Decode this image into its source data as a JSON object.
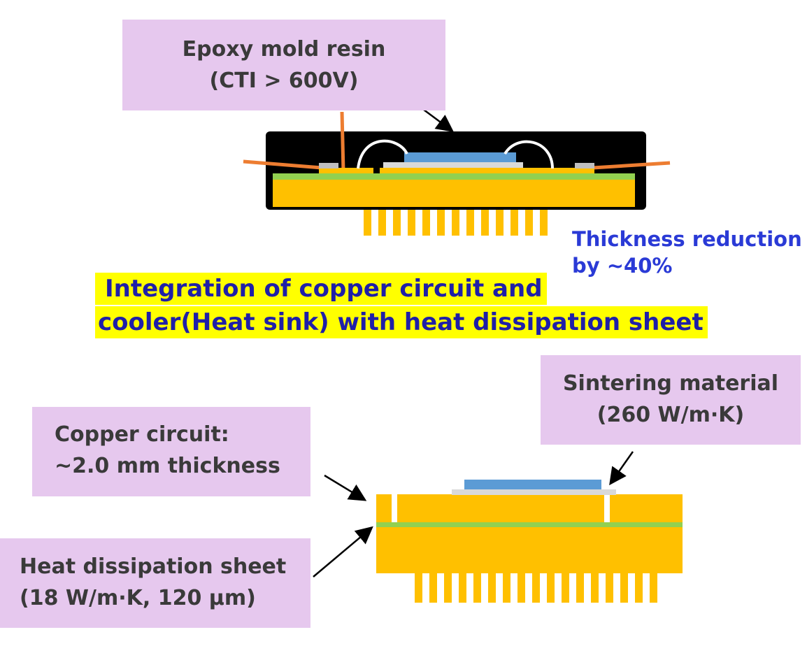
{
  "callouts": {
    "epoxy": {
      "line1": "Epoxy mold resin",
      "line2": "(CTI > 600V)"
    },
    "sintering": {
      "line1": "Sintering material",
      "line2": "(260 W/m·K)"
    },
    "copper": {
      "line1": "Copper circuit:",
      "line2": "~2.0 mm thickness"
    },
    "sheet": {
      "line1": "Heat dissipation sheet",
      "line2": "(18 W/m·K, 120 µm)"
    }
  },
  "note": {
    "line1": "Thickness reduction",
    "line2": "by ~40%"
  },
  "headline": {
    "line1": "Integration of copper circuit and",
    "line2": "cooler(Heat sink) with heat dissipation sheet"
  },
  "colors": {
    "callout_bg": "#e6c8ee",
    "copper": "#ffc000",
    "sheet": "#92d050",
    "chip": "#5b9bd5",
    "sinter": "#d9d9d9",
    "mold": "#000000",
    "lead": "#ed7d31",
    "headline_text": "#1f1fa8",
    "headline_bg": "#ffff00",
    "note_text": "#2a3ad6"
  }
}
